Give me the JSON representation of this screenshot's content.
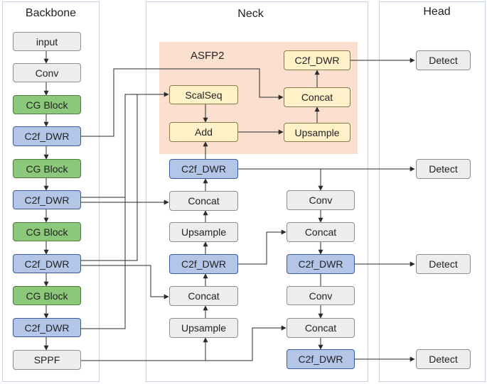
{
  "panels": {
    "backbone": "Backbone",
    "neck": "Neck",
    "head": "Head"
  },
  "region": {
    "title": "ASFP2"
  },
  "nodes": {
    "input": "input",
    "conv_bb": "Conv",
    "cg1": "CG Block",
    "c2f_bb1": "C2f_DWR",
    "cg2": "CG Block",
    "c2f_bb2": "C2f_DWR",
    "cg3": "CG Block",
    "c2f_bb3": "C2f_DWR",
    "cg4": "CG Block",
    "c2f_bb4": "C2f_DWR",
    "sppf": "SPPF",
    "scalseq": "ScalSeq",
    "add": "Add",
    "c2f_asfp": "C2f_DWR",
    "concat_asfp": "Concat",
    "upsample_asfp": "Upsample",
    "c2f_n1": "C2f_DWR",
    "concat_n1": "Concat",
    "upsample_n1": "Upsample",
    "c2f_n2": "C2f_DWR",
    "concat_n2": "Concat",
    "upsample_n2": "Upsample",
    "conv_n1": "Conv",
    "concat_n3": "Concat",
    "c2f_n3": "C2f_DWR",
    "conv_n2": "Conv",
    "concat_n4": "Concat",
    "c2f_n4": "C2f_DWR",
    "detect1": "Detect",
    "detect2": "Detect",
    "detect3": "Detect",
    "detect4": "Detect"
  }
}
